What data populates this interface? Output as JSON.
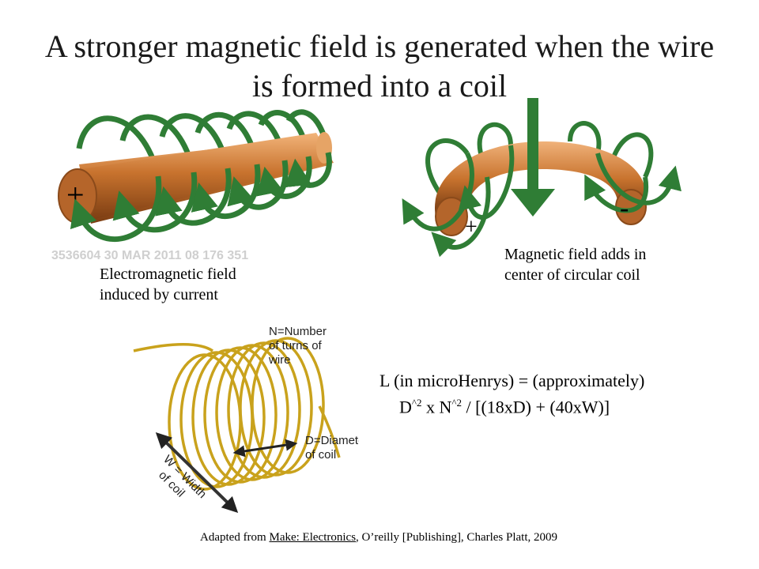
{
  "title": "A stronger magnetic field is generated when the wire is formed into a coil",
  "figure1": {
    "plus": "+",
    "watermark": "3536604 30 MAR 2011 08 176 351",
    "caption_line1": "Electromagnetic field",
    "caption_line2": "induced by current"
  },
  "figure2": {
    "plus": "+",
    "minus": "-",
    "caption_line1": "Magnetic field adds in",
    "caption_line2": "center of circular coil"
  },
  "figure3": {
    "n_label_1": "N=Number",
    "n_label_2": "of turns of",
    "n_label_3": "wire",
    "d_label_1": "D=Diameter",
    "d_label_2": "of coil",
    "w_label_1": "W = Width",
    "w_label_2": "of coil"
  },
  "formula": {
    "line1": "L (in microHenrys) =  (approximately)",
    "d": "D",
    "exp1": "^2",
    "mid": " x N",
    "exp2": "^2",
    "rest": " / [(18xD) + (40xW)]"
  },
  "credit": {
    "prefix": "Adapted from ",
    "book": "Make: Electronics",
    "suffix": ", O’reilly [Publishing], Charles Platt, 2009"
  },
  "colors": {
    "copper": "#c8732e",
    "field_green": "#2f7d35",
    "coil_gold": "#c9a21c"
  }
}
